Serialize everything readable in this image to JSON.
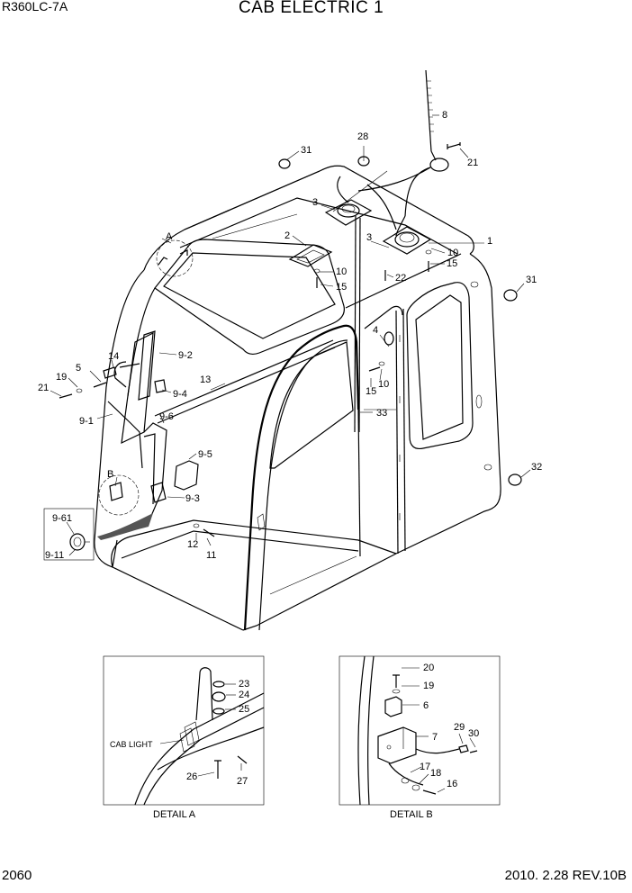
{
  "header": {
    "model": "R360LC-7A",
    "title": "CAB ELECTRIC 1"
  },
  "footer": {
    "page_number": "2060",
    "revision": "2010. 2.28  REV.10B"
  },
  "callouts": {
    "c8": "8",
    "c21a": "21",
    "c28": "28",
    "c31a": "31",
    "c3a": "3",
    "c2": "2",
    "c3b": "3",
    "c10a": "10",
    "c1": "1",
    "c15a": "15",
    "c22": "22",
    "c10b": "10",
    "c15b": "15",
    "c31b": "31",
    "cA": "A",
    "c4": "4",
    "c14": "14",
    "c5": "5",
    "c19": "19",
    "c21b": "21",
    "c92": "9-2",
    "c94": "9-4",
    "c13": "13",
    "c91": "9-1",
    "c96": "9-6",
    "c10c": "10",
    "c15c": "15",
    "c33": "33",
    "c95": "9-5",
    "cB": "B",
    "c93": "9-3",
    "c961": "9-61",
    "c911": "9-11",
    "c12": "12",
    "c11": "11",
    "c32": "32"
  },
  "detail_a": {
    "caption": "DETAIL A",
    "cab_light": "CAB LIGHT",
    "c23": "23",
    "c24": "24",
    "c25": "25",
    "c26": "26",
    "c27": "27"
  },
  "detail_b": {
    "caption": "DETAIL B",
    "c20": "20",
    "c19": "19",
    "c6": "6",
    "c7": "7",
    "c29": "29",
    "c30": "30",
    "c17": "17",
    "c18": "18",
    "c16": "16"
  }
}
